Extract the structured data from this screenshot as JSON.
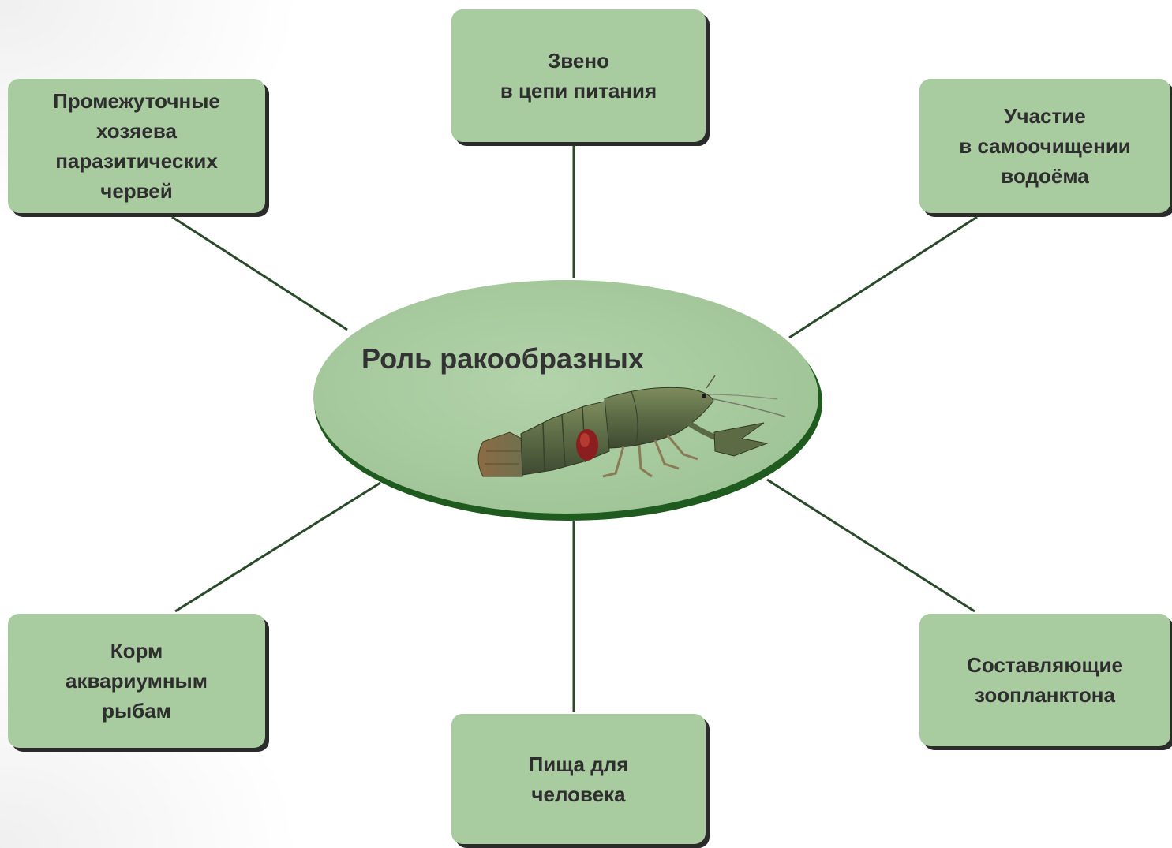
{
  "center": {
    "title": "Роль ракообразных",
    "image": "crayfish-photo"
  },
  "nodes": {
    "top": "Звено\nв цепи питания",
    "top_left": "Промежуточные\nхозяева\nпаразитических\nчервей",
    "top_right": "Участие\nв самоочищении\nводоёма",
    "bottom_left": "Корм\nаквариумным\nрыбам",
    "bottom_right": "Составляющие\nзоопланктона",
    "bottom": "Пища для\nчеловека"
  },
  "colors": {
    "box_fill": "#a8cba0",
    "box_shadow": "#2b2b2b",
    "ellipse_fill": "#a8cba0",
    "ellipse_rim": "#1f5a1f",
    "connector": "#2a4a2a",
    "text": "#2e2e2e"
  }
}
